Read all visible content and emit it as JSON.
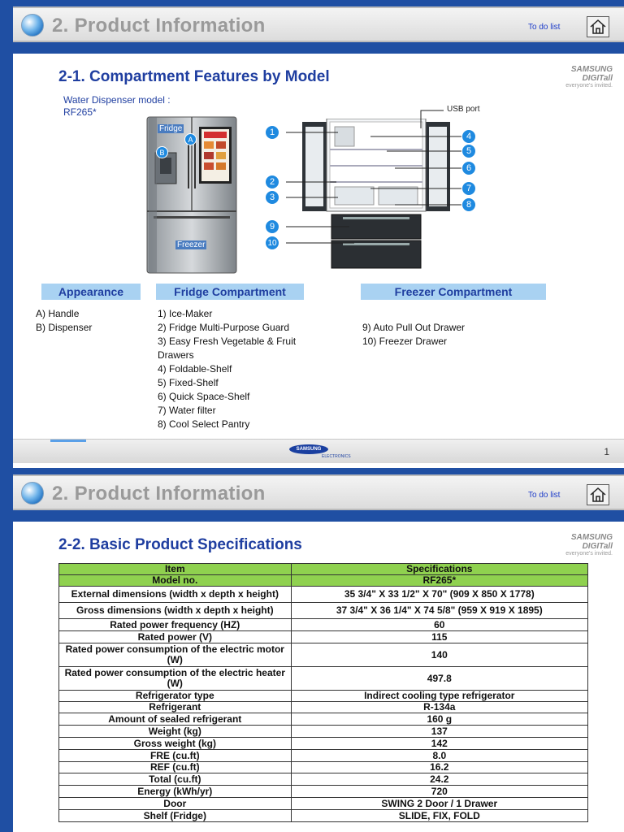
{
  "header": {
    "title": "2. Product Information",
    "todo": "To do list"
  },
  "logos": {
    "top_right": "SAMSUNG DIGITall",
    "top_right_sub": "everyone's invited.",
    "footer": "SAMSUNG",
    "footer_sub": "ELECTRONICS"
  },
  "slide1": {
    "title": "2-1. Compartment Features by Model",
    "model_line1": "Water Dispenser model :",
    "model_line2": "RF265*",
    "labels": {
      "fridge": "Fridge",
      "freezer": "Freezer",
      "usb": "USB port",
      "a": "A",
      "b": "B"
    },
    "callouts": [
      "1",
      "2",
      "3",
      "4",
      "5",
      "6",
      "7",
      "8",
      "9",
      "10"
    ],
    "categories": {
      "appearance": "Appearance",
      "fridge": "Fridge Compartment",
      "freezer": "Freezer Compartment"
    },
    "appearance_items": [
      "A) Handle",
      "B) Dispenser"
    ],
    "fridge_items": [
      "1) Ice-Maker",
      "2) Fridge Multi-Purpose Guard",
      "3) Easy Fresh Vegetable & Fruit",
      "Drawers",
      "4) Foldable-Shelf",
      "5) Fixed-Shelf",
      "6) Quick Space-Shelf",
      "7) Water filter",
      "8) Cool Select Pantry"
    ],
    "freezer_items": [
      "9) Auto Pull Out Drawer",
      "10) Freezer Drawer"
    ],
    "page": "1"
  },
  "slide2": {
    "title": "2-2. Basic Product Specifications",
    "header_row": [
      "Item",
      "Specifications"
    ],
    "model_row": [
      "Model no.",
      "RF265*"
    ],
    "rows": [
      [
        "External dimensions (width x depth x height)",
        "35 3/4\" X 33 1/2\" X 70\" (909 X 850 X 1778)"
      ],
      [
        "Gross dimensions (width x depth x height)",
        "37 3/4\" X 36 1/4\" X 74 5/8\" (959 X 919 X 1895)"
      ],
      [
        "Rated power frequency (HZ)",
        "60"
      ],
      [
        "Rated power (V)",
        "115"
      ],
      [
        "Rated power consumption of the electric motor (W)",
        "140"
      ],
      [
        "Rated power consumption of the electric heater (W)",
        "497.8"
      ],
      [
        "Refrigerator type",
        "Indirect cooling  type refrigerator"
      ],
      [
        "Refrigerant",
        "R-134a"
      ],
      [
        "Amount of sealed refrigerant",
        "160 g"
      ],
      [
        "Weight (kg)",
        "137"
      ],
      [
        "Gross  weight (kg)",
        "142"
      ],
      [
        "FRE (cu.ft)",
        "8.0"
      ],
      [
        "REF (cu.ft)",
        "16.2"
      ],
      [
        "Total  (cu.ft)",
        "24.2"
      ],
      [
        "Energy  (kWh/yr)",
        "720"
      ],
      [
        "Door",
        "SWING  2 Door / 1 Drawer"
      ],
      [
        "Shelf (Fridge)",
        "SLIDE, FIX, FOLD"
      ]
    ]
  }
}
